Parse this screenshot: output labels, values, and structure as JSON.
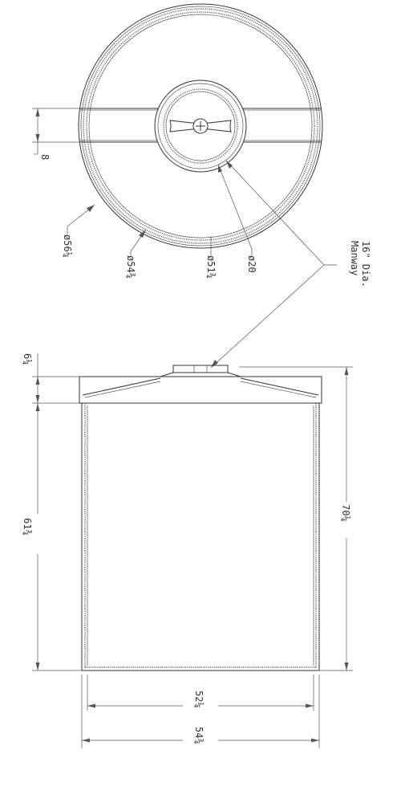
{
  "top_view": {
    "dims": {
      "band_width": "8",
      "dia_outer": "ø56¼",
      "dia_tank": "ø54¾",
      "dia_inner": "ø51¾",
      "dia_manway": "ø20"
    }
  },
  "callout": {
    "line1": "16\" Dia.",
    "line2": "Manway"
  },
  "side_view": {
    "dims": {
      "lid_height": "6¼",
      "wall_height": "61¾",
      "overall_height": "70¼",
      "inner_width": "52¼",
      "outer_width": "54¾"
    }
  }
}
